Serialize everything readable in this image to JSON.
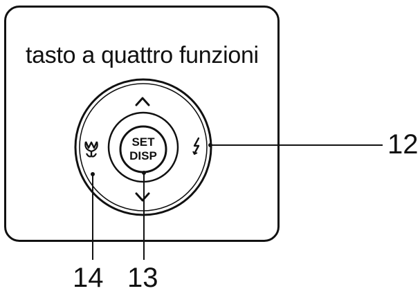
{
  "panel": {
    "title": "tasto a quattro funzioni"
  },
  "button": {
    "center_top": "SET",
    "center_bottom": "DISP"
  },
  "icons": {
    "up": "chevron-up-icon",
    "down": "chevron-down-icon",
    "left": "macro-flower-icon",
    "right": "flash-icon"
  },
  "callouts": {
    "right_ring": "12",
    "center_button": "13",
    "left_macro": "14"
  }
}
